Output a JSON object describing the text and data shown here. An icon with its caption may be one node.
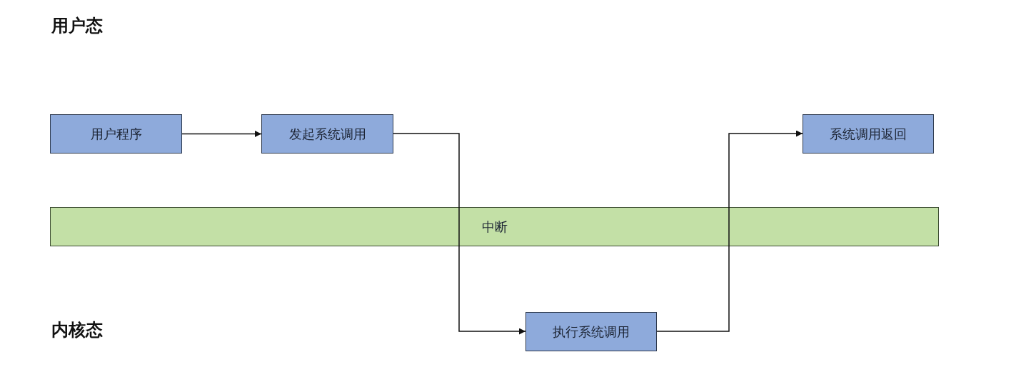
{
  "diagram": {
    "nodes": [
      {
        "text": [
          "用户程序"
        ]
      },
      {
        "text": [
          "发起系统调用"
        ]
      },
      {
        "text": [
          "系统调用返回"
        ]
      },
      {
        "text": [
          "中断"
        ]
      },
      {
        "text": [
          "执行系统调用"
        ]
      }
    ],
    "edges": [
      {
        "from": 0,
        "to": 1,
        "arrow": "to"
      },
      {
        "from": 1,
        "to": 3,
        "arrow": "none"
      },
      {
        "from": 3,
        "to": 4,
        "arrow": "to"
      },
      {
        "from": 4,
        "to": 3,
        "arrow": "none"
      },
      {
        "from": 3,
        "to": 2,
        "arrow": "to"
      }
    ],
    "labels": [
      "用户态",
      "内核态"
    ]
  }
}
